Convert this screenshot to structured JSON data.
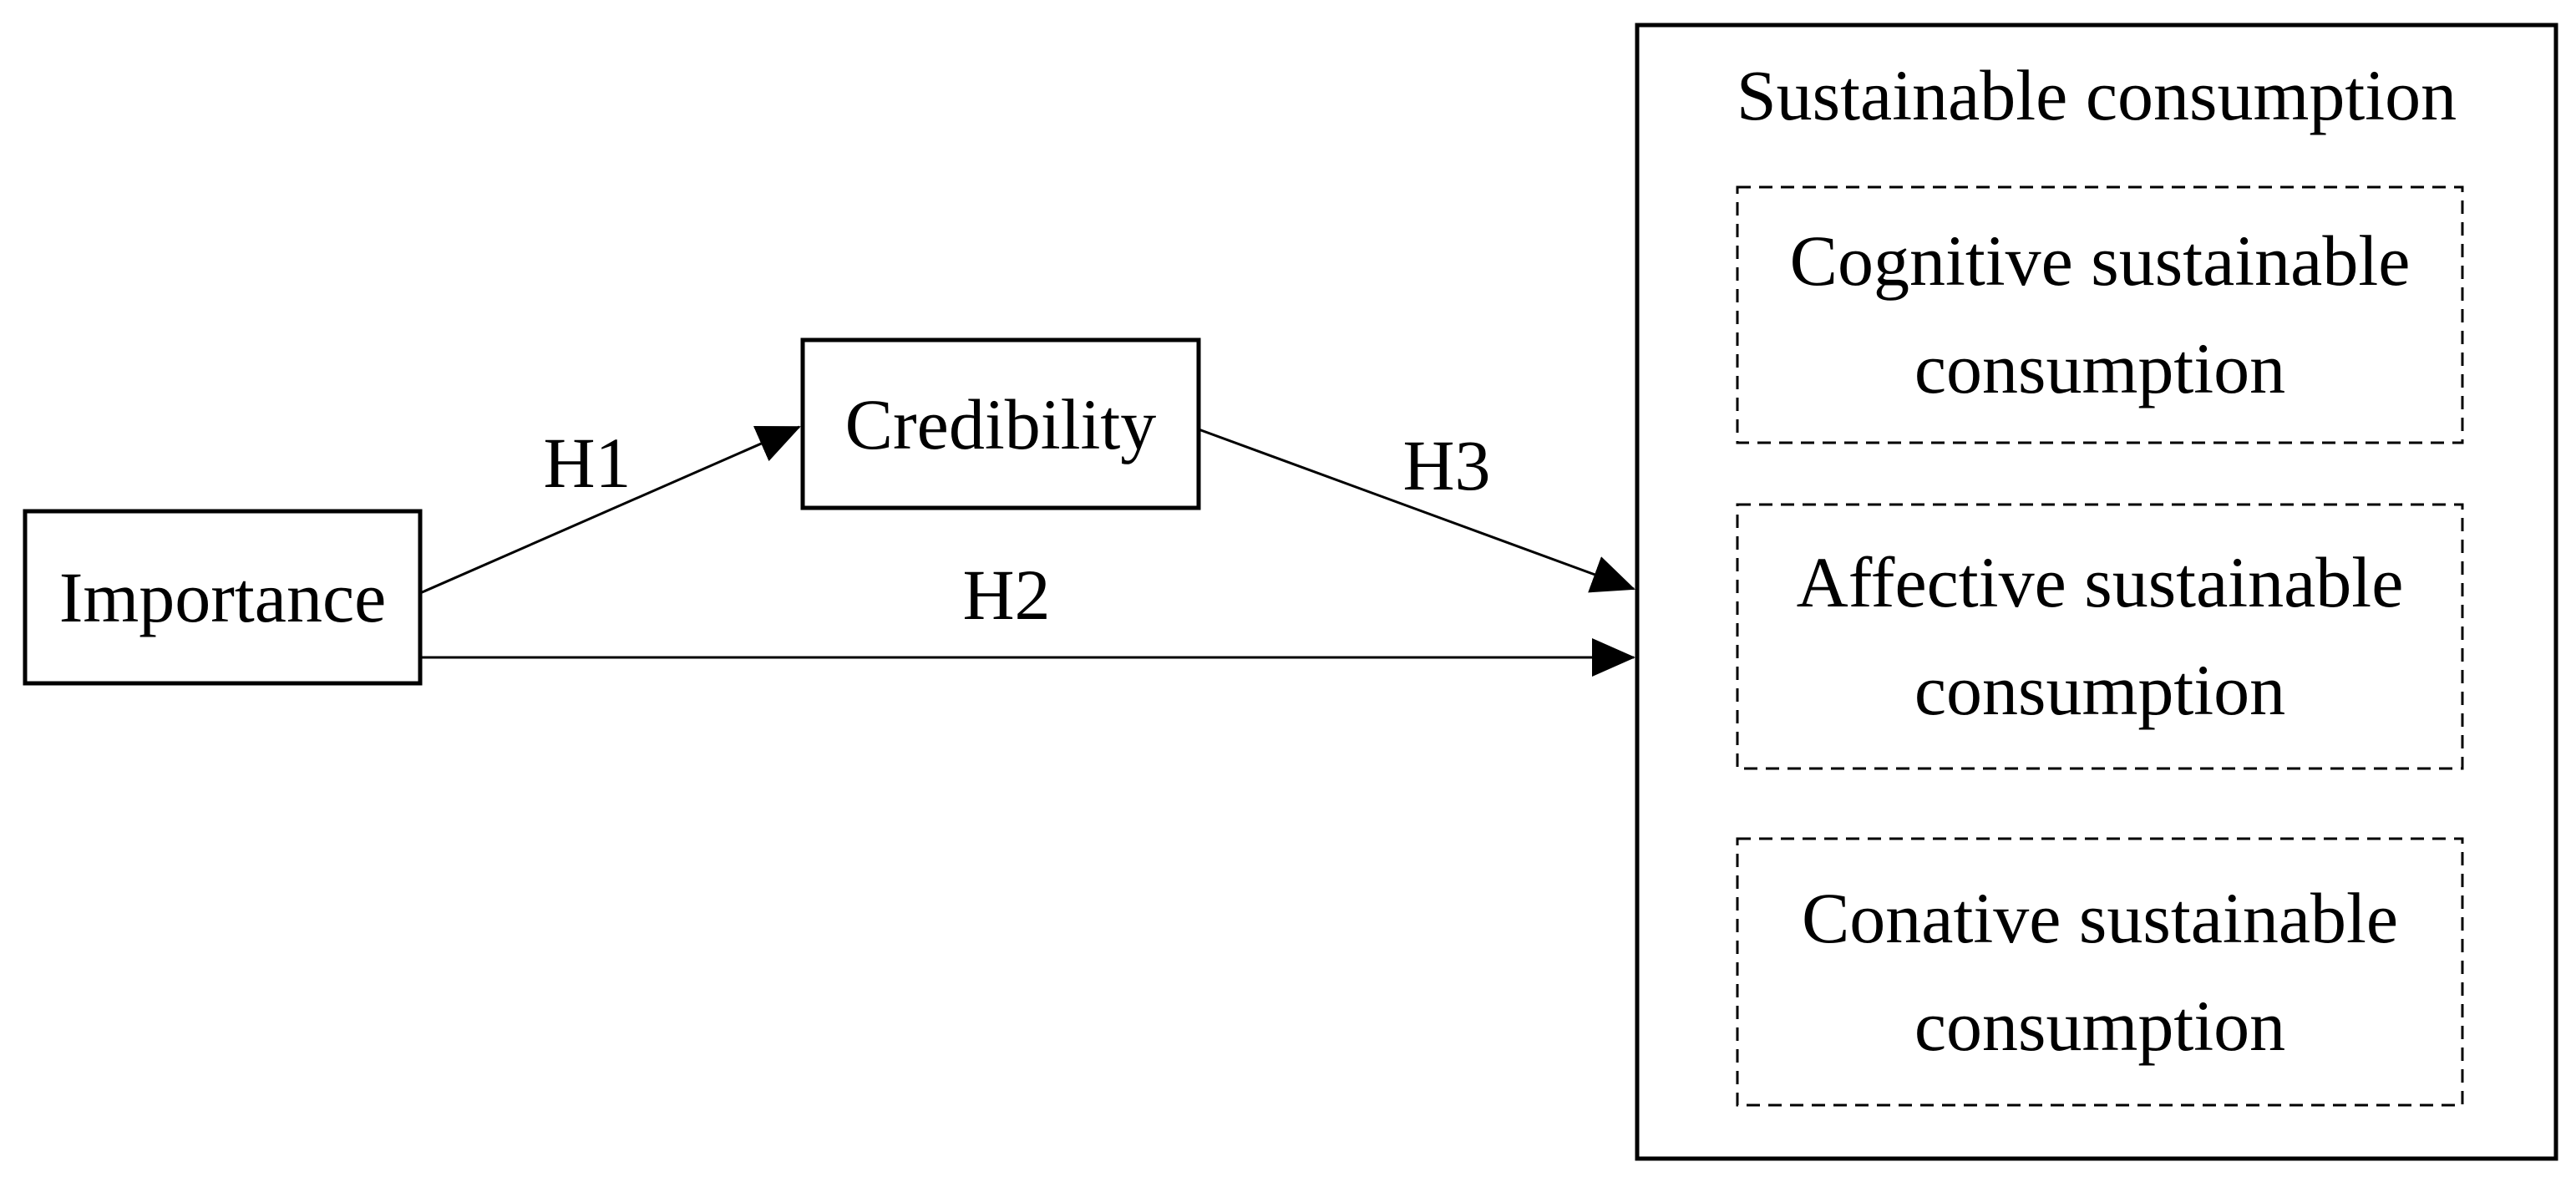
{
  "figure": {
    "colors": {
      "line": "#000000",
      "background": "#ffffff",
      "text": "#000000"
    },
    "nodes": {
      "importance": {
        "label": "Importance"
      },
      "credibility": {
        "label": "Credibility"
      }
    },
    "paths": {
      "h1": {
        "label": "H1"
      },
      "h2": {
        "label": "H2"
      },
      "h3": {
        "label": "H3"
      }
    },
    "outcome": {
      "title": "Sustainable consumption",
      "components": [
        {
          "label": "Cognitive sustainable\nconsumption"
        },
        {
          "label": "Affective sustainable\nconsumption"
        },
        {
          "label": "Conative sustainable\nconsumption"
        }
      ]
    }
  }
}
